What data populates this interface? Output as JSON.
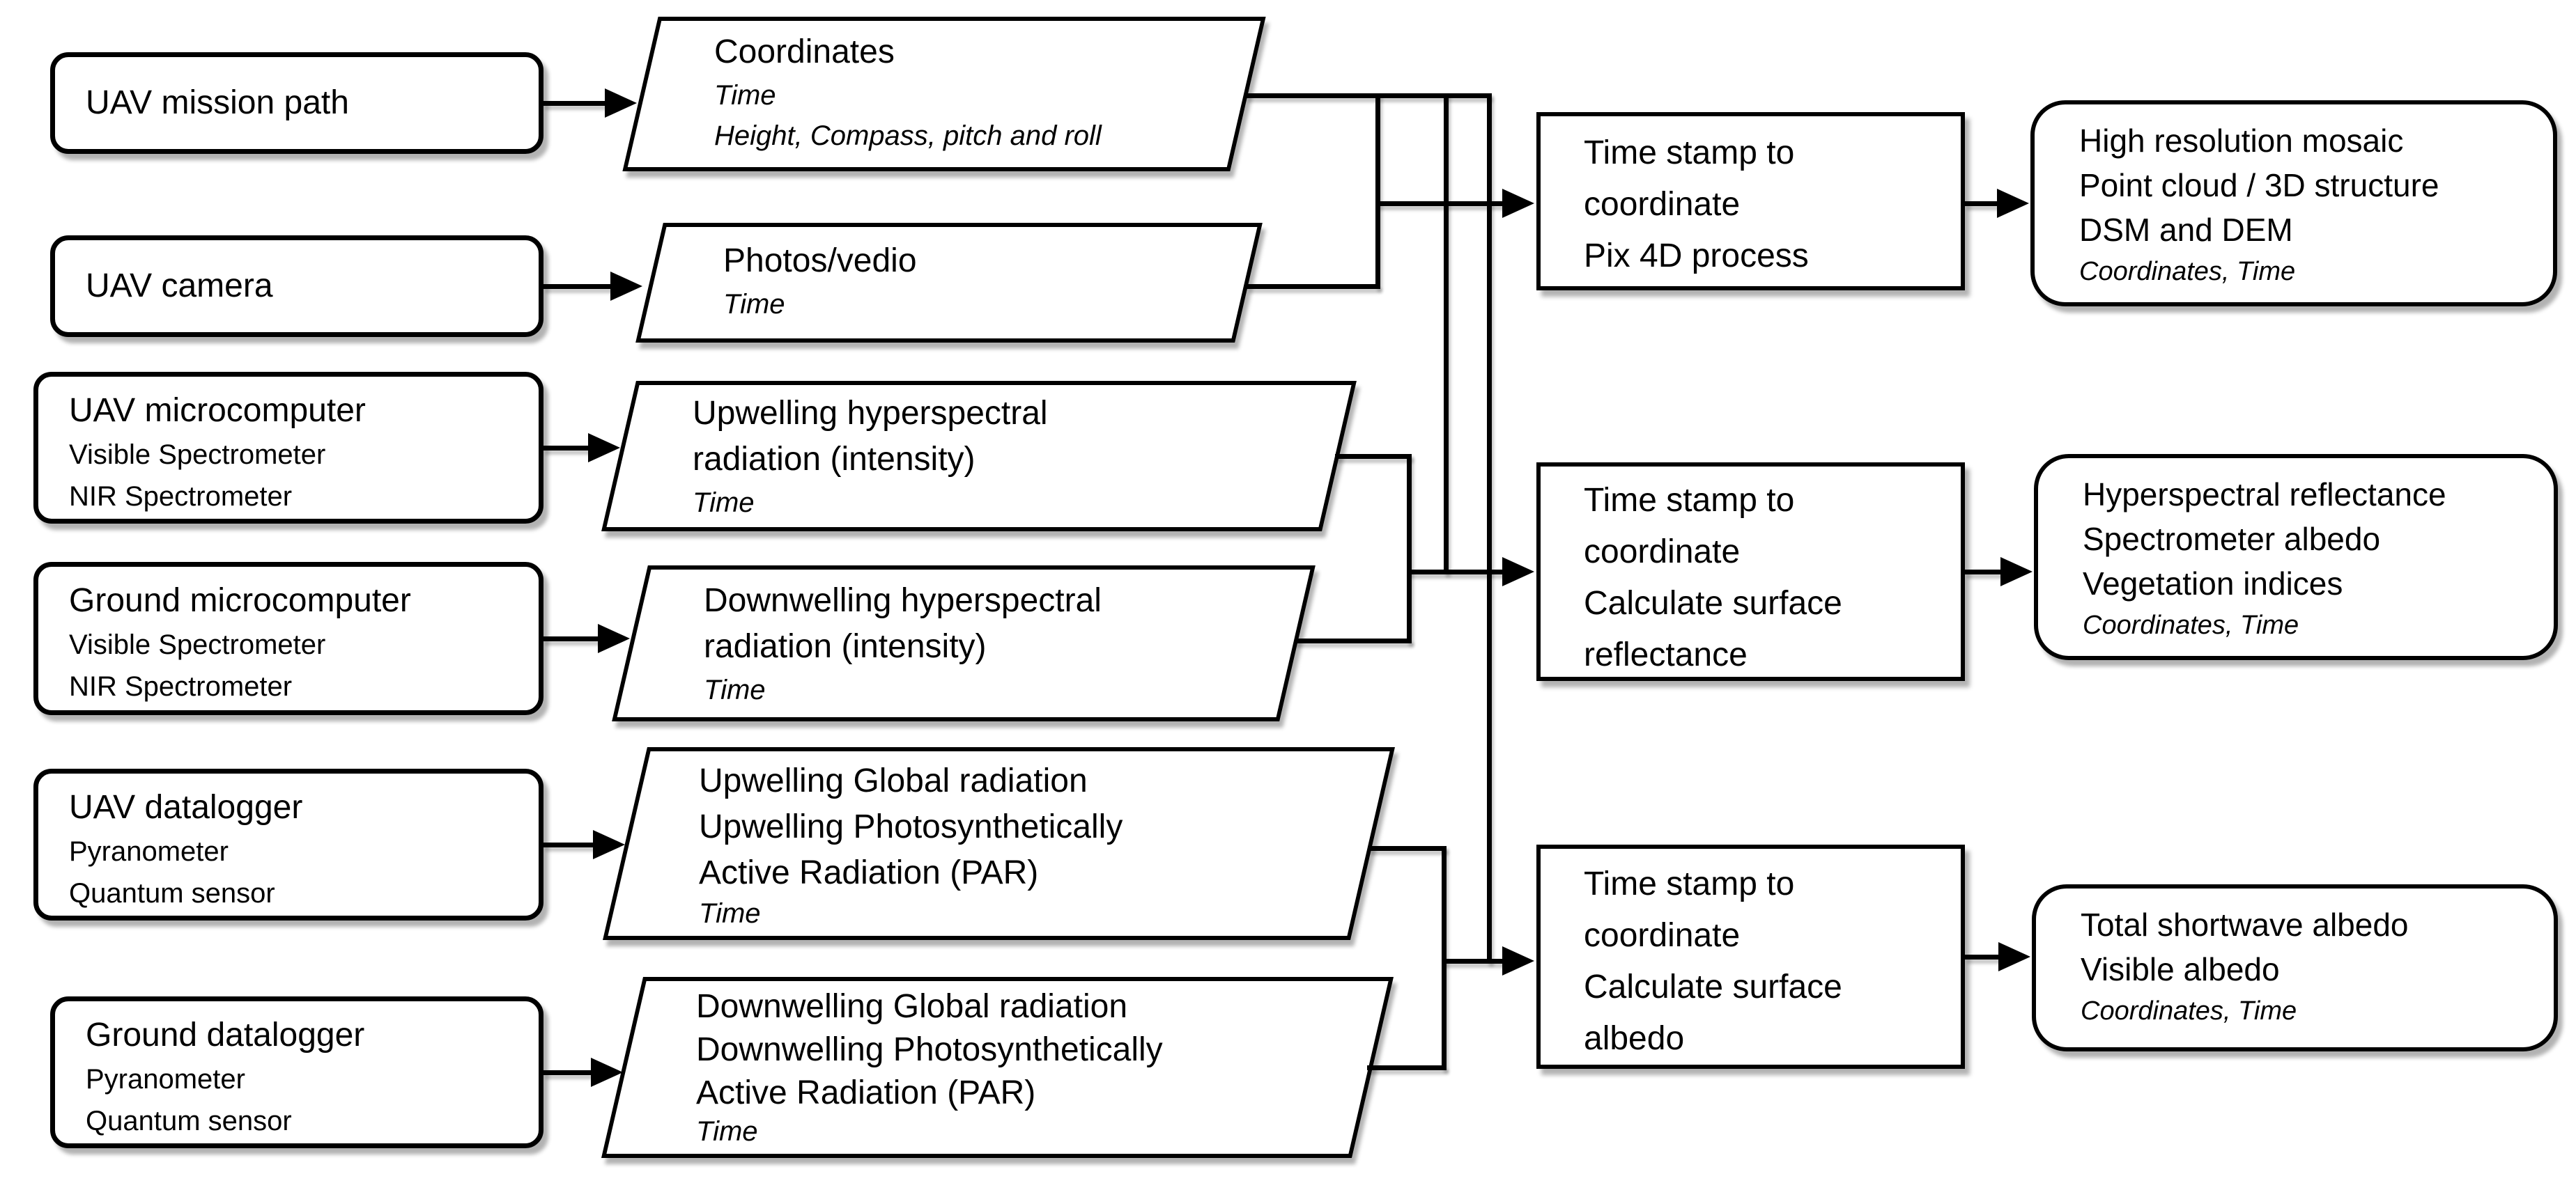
{
  "diagram": {
    "colors": {
      "stroke": "#000000",
      "fill": "#ffffff",
      "background": "#ffffff"
    },
    "sources": [
      {
        "title": "UAV mission path",
        "subtitles": []
      },
      {
        "title": "UAV camera",
        "subtitles": []
      },
      {
        "title": "UAV microcomputer",
        "subtitles": [
          "Visible Spectrometer",
          "NIR Spectrometer"
        ]
      },
      {
        "title": "Ground microcomputer",
        "subtitles": [
          "Visible Spectrometer",
          "NIR Spectrometer"
        ]
      },
      {
        "title": "UAV datalogger",
        "subtitles": [
          "Pyranometer",
          "Quantum sensor"
        ]
      },
      {
        "title": "Ground datalogger",
        "subtitles": [
          "Pyranometer",
          "Quantum sensor"
        ]
      }
    ],
    "data_items": [
      {
        "lines": [
          "Coordinates"
        ],
        "italic_lines": [
          "Time",
          "Height, Compass, pitch and roll"
        ]
      },
      {
        "lines": [
          "Photos/vedio"
        ],
        "italic_lines": [
          "Time"
        ]
      },
      {
        "lines": [
          "Upwelling hyperspectral",
          "radiation (intensity)"
        ],
        "italic_lines": [
          "Time"
        ]
      },
      {
        "lines": [
          "Downwelling hyperspectral",
          "radiation (intensity)"
        ],
        "italic_lines": [
          "Time"
        ]
      },
      {
        "lines": [
          "Upwelling Global radiation",
          "Upwelling Photosynthetically",
          "Active Radiation (PAR)"
        ],
        "italic_lines": [
          "Time"
        ]
      },
      {
        "lines": [
          "Downwelling Global radiation",
          "Downwelling Photosynthetically",
          "Active Radiation (PAR)"
        ],
        "italic_lines": [
          "Time"
        ]
      }
    ],
    "processes": [
      {
        "lines": [
          "Time stamp to",
          "coordinate",
          "Pix 4D process"
        ]
      },
      {
        "lines": [
          "Time stamp to",
          "coordinate",
          "Calculate surface",
          "reflectance"
        ]
      },
      {
        "lines": [
          "Time stamp to",
          "coordinate",
          "Calculate surface",
          "albedo"
        ]
      }
    ],
    "outputs": [
      {
        "lines": [
          "High resolution mosaic",
          "Point cloud / 3D structure",
          "DSM and DEM"
        ],
        "italic": "Coordinates, Time"
      },
      {
        "lines": [
          "Hyperspectral reflectance",
          "Spectrometer albedo",
          "Vegetation indices"
        ],
        "italic": "Coordinates, Time"
      },
      {
        "lines": [
          "Total shortwave albedo",
          "Visible albedo"
        ],
        "italic": "Coordinates, Time"
      }
    ]
  }
}
